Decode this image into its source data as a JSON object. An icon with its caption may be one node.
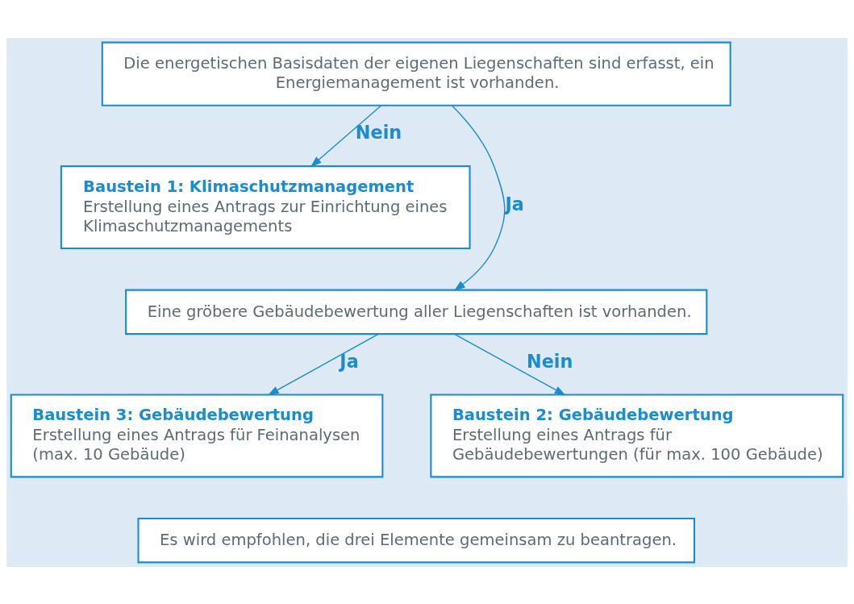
{
  "diagram": {
    "nodes": [
      {
        "text": [
          "Die energetischen Basisdaten der eigenen Liegenschaften sind erfasst, ein Energiemanagement ist vorhanden."
        ]
      },
      {
        "text": [
          "Baustein 1: Klimaschutzmanagement",
          "Erstellung eines Antrags zur Einrichtung eines Klimaschutzmanagements"
        ]
      },
      {
        "text": [
          "Eine gröbere Gebäudebewertung aller Liegenschaften ist vorhanden."
        ]
      },
      {
        "text": [
          "Baustein 3: Gebäudebewertung",
          "Erstellung eines Antrags für Feinanalysen (max. 10 Gebäude)"
        ]
      },
      {
        "text": [
          "Baustein 2: Gebäudebewertung",
          "Erstellung eines Antrags für Gebäudebewertungen (für max. 100 Gebäude)"
        ]
      },
      {
        "text": [
          "Es wird empfohlen, die drei Elemente gemeinsam zu beantragen."
        ]
      }
    ],
    "edges": [
      {
        "from": 0,
        "to": 2,
        "arrow": "to",
        "label": "Ja"
      },
      {
        "from": 0,
        "to": 1,
        "arrow": "to",
        "label": "Nein"
      },
      {
        "from": 2,
        "to": 3,
        "arrow": "to",
        "label": "Ja"
      },
      {
        "from": 2,
        "to": 4,
        "arrow": "to",
        "label": "Nein"
      }
    ]
  }
}
